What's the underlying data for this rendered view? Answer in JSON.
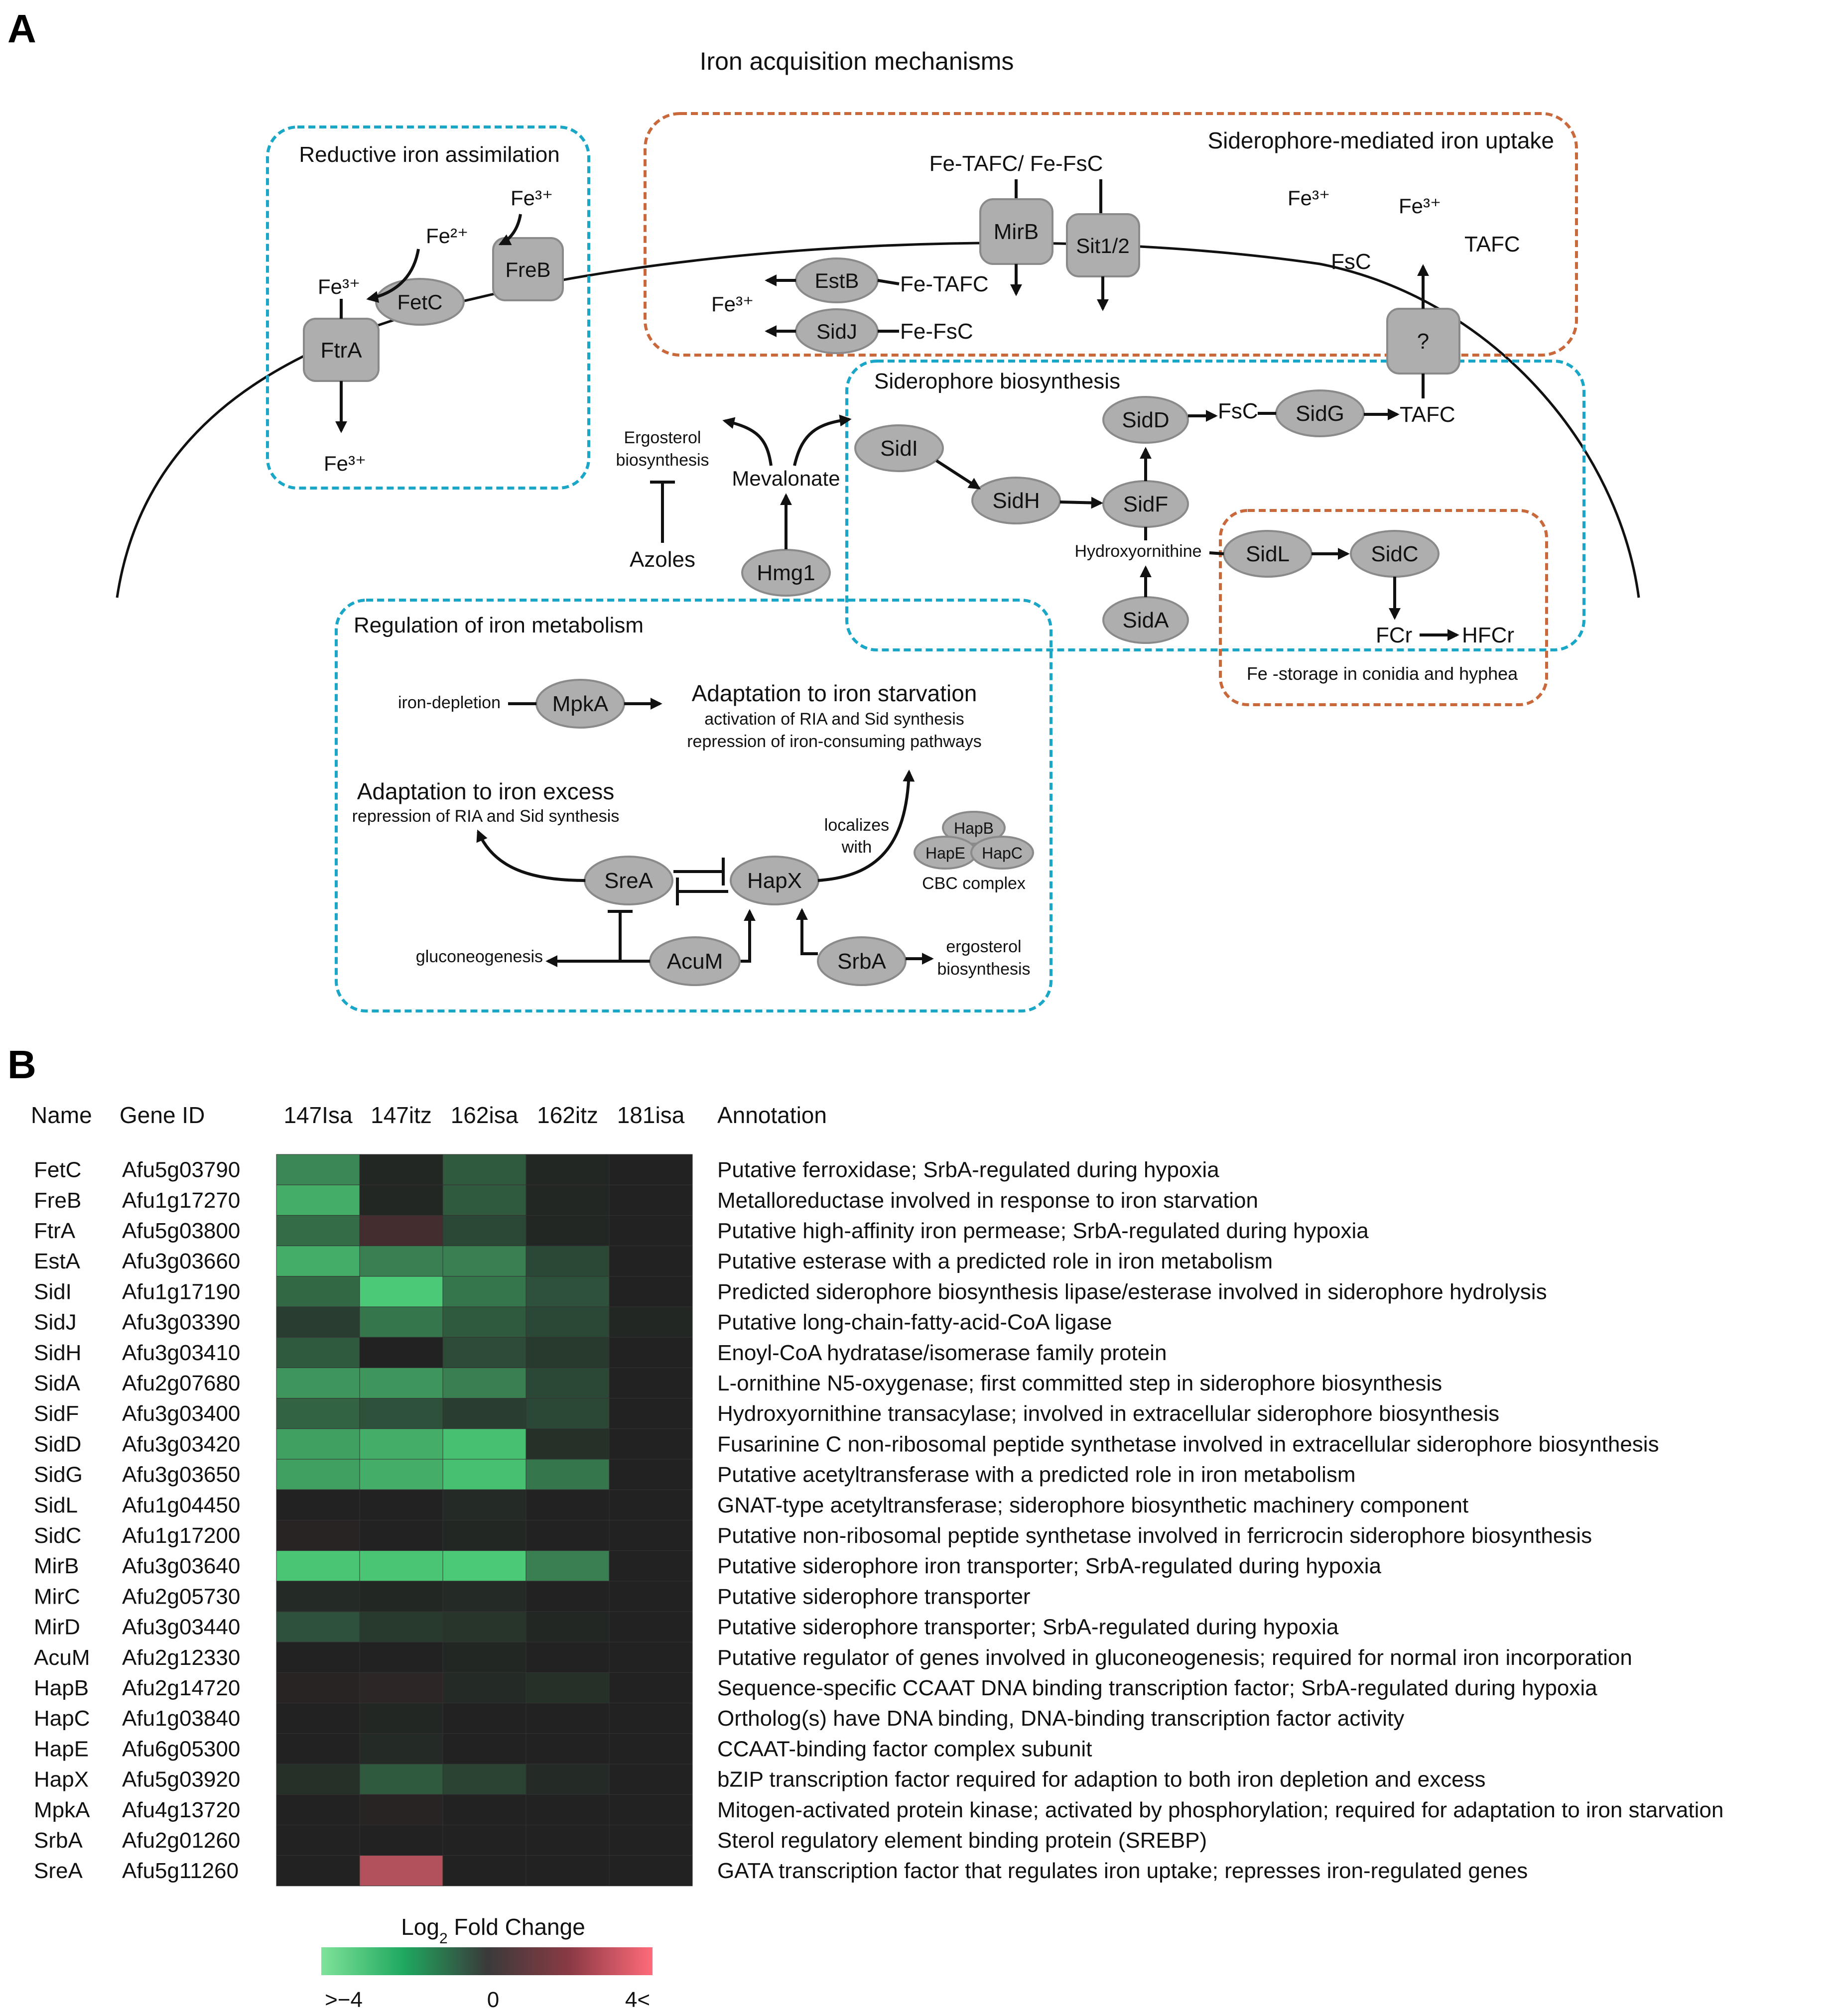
{
  "panelA": {
    "letter": "A",
    "title": "Iron acquisition mechanisms",
    "sections": {
      "ria": "Reductive iron assimilation",
      "sidUptake": "Siderophore-mediated iron uptake",
      "sidBio": "Siderophore biosynthesis",
      "reg": "Regulation of iron metabolism",
      "storage": "Fe -storage in conidia and hyphea"
    },
    "nodes": {
      "FtrA": "FtrA",
      "FetC": "FetC",
      "FreB": "FreB",
      "MirB": "MirB",
      "Sit": "Sit1/2",
      "EstB": "EstB",
      "SidJ": "SidJ",
      "Q": "?",
      "SidI": "SidI",
      "SidH": "SidH",
      "SidF": "SidF",
      "SidD": "SidD",
      "SidG": "SidG",
      "SidA": "SidA",
      "SidL": "SidL",
      "SidC": "SidC",
      "Hmg1": "Hmg1",
      "MpkA": "MpkA",
      "SreA": "SreA",
      "HapX": "HapX",
      "AcuM": "AcuM",
      "SrbA": "SrbA",
      "HapB": "HapB",
      "HapE": "HapE",
      "HapC": "HapC"
    },
    "labels": {
      "fe3": "Fe³⁺",
      "fe2": "Fe²⁺",
      "feTafcFsc": "Fe-TAFC/ Fe-FsC",
      "feTafc": "Fe-TAFC",
      "feFsc": "Fe-FsC",
      "fsc": "FsC",
      "tafc": "TAFC",
      "ergosterol1": "Ergosterol",
      "ergosterol2": "biosynthesis",
      "mevalonate": "Mevalonate",
      "azoles": "Azoles",
      "hydroxyornithine": "Hydroxyornithine",
      "fcr": "FCr",
      "hfcr": "HFCr",
      "ironDepletion": "iron-depletion",
      "starvTitle": "Adaptation to iron starvation",
      "starv1": "activation of RIA and Sid synthesis",
      "starv2": "repression of iron-consuming pathways",
      "excessTitle": "Adaptation to iron excess",
      "excess1": "repression of RIA and Sid synthesis",
      "localizes1": "localizes",
      "localizes2": "with",
      "cbc": "CBC complex",
      "gluconeogenesis": "gluconeogenesis",
      "ergo2a": "ergosterol",
      "ergo2b": "biosynthesis"
    }
  },
  "panelB": {
    "letter": "B",
    "headers": {
      "name": "Name",
      "gene": "Gene ID",
      "annotation": "Annotation"
    },
    "legend": {
      "title": "Log",
      "sub": "2",
      "title2": " Fold Change",
      "min": ">−4",
      "mid": "0",
      "max": "4<"
    }
  },
  "chart_data": {
    "type": "heatmap",
    "columns": [
      "147Isa",
      "147itz",
      "162isa",
      "162itz",
      "181isa"
    ],
    "color_scale": {
      "min": -4,
      "max": 4,
      "low_color": "#4fdc80",
      "mid_color": "#222222",
      "high_color": "#ff6b7a"
    },
    "rows": [
      {
        "name": "FetC",
        "gene": "Afu5g03790",
        "annotation": "Putative ferroxidase; SrbA-regulated during hypoxia",
        "values": [
          -2.2,
          -0.1,
          -1.2,
          -0.1,
          0
        ]
      },
      {
        "name": "FreB",
        "gene": "Afu1g17270",
        "annotation": "Metalloreductase involved in response to iron starvation",
        "values": [
          -3.0,
          -0.1,
          -1.2,
          -0.1,
          0
        ]
      },
      {
        "name": "FtrA",
        "gene": "Afu5g03800",
        "annotation": "Putative high-affinity iron permease; SrbA-regulated during hypoxia",
        "values": [
          -1.6,
          0.6,
          -0.8,
          -0.1,
          0
        ]
      },
      {
        "name": "EstA",
        "gene": "Afu3g03660",
        "annotation": "Putative esterase with a predicted role in iron metabolism",
        "values": [
          -3.0,
          -2.0,
          -2.0,
          -0.8,
          0
        ]
      },
      {
        "name": "SidI",
        "gene": "Afu1g17190",
        "annotation": "Predicted siderophore biosynthesis lipase/esterase involved in siderophore hydrolysis",
        "values": [
          -1.5,
          -3.6,
          -1.8,
          -1.0,
          0
        ]
      },
      {
        "name": "SidJ",
        "gene": "Afu3g03390",
        "annotation": "Putative long-chain-fatty-acid-CoA ligase",
        "values": [
          -0.6,
          -1.8,
          -1.2,
          -0.8,
          -0.1
        ]
      },
      {
        "name": "SidH",
        "gene": "Afu3g03410",
        "annotation": "Enoyl-CoA hydratase/isomerase family protein",
        "values": [
          -1.2,
          0,
          -0.9,
          -0.5,
          0
        ]
      },
      {
        "name": "SidA",
        "gene": "Afu2g07680",
        "annotation": "L-ornithine N5-oxygenase; first committed step in siderophore biosynthesis",
        "values": [
          -2.5,
          -2.5,
          -2.0,
          -0.8,
          0
        ]
      },
      {
        "name": "SidF",
        "gene": "Afu3g03400",
        "annotation": "Hydroxyornithine transacylase; involved in extracellular siderophore biosynthesis",
        "values": [
          -1.4,
          -1.0,
          -0.6,
          -0.8,
          0
        ]
      },
      {
        "name": "SidD",
        "gene": "Afu3g03420",
        "annotation": "Fusarinine C non-ribosomal peptide synthetase involved in extracellular siderophore biosynthesis",
        "values": [
          -2.7,
          -3.0,
          -3.4,
          -0.3,
          0
        ]
      },
      {
        "name": "SidG",
        "gene": "Afu3g03650",
        "annotation": "Putative acetyltransferase with a predicted role in iron metabolism",
        "values": [
          -2.7,
          -3.0,
          -3.4,
          -1.8,
          0
        ]
      },
      {
        "name": "SidL",
        "gene": "Afu1g04450",
        "annotation": "GNAT-type acetyltransferase; siderophore biosynthetic machinery component",
        "values": [
          0,
          0,
          -0.2,
          0,
          0
        ]
      },
      {
        "name": "SidC",
        "gene": "Afu1g17200",
        "annotation": "Putative non-ribosomal peptide synthetase involved in ferricrocin siderophore biosynthesis",
        "values": [
          0.1,
          0,
          -0.1,
          0,
          0
        ]
      },
      {
        "name": "MirB",
        "gene": "Afu3g03640",
        "annotation": "Putative siderophore iron transporter; SrbA-regulated during hypoxia",
        "values": [
          -3.5,
          -3.5,
          -3.6,
          -2.0,
          0
        ]
      },
      {
        "name": "MirC",
        "gene": "Afu2g05730",
        "annotation": "Putative siderophore transporter",
        "values": [
          -0.2,
          -0.1,
          -0.2,
          0,
          0
        ]
      },
      {
        "name": "MirD",
        "gene": "Afu3g03440",
        "annotation": "Putative siderophore transporter; SrbA-regulated during hypoxia",
        "values": [
          -1.0,
          -0.5,
          -0.4,
          -0.1,
          0
        ]
      },
      {
        "name": "AcuM",
        "gene": "Afu2g12330",
        "annotation": "Putative regulator of genes involved in gluconeogenesis; required for normal iron incorporation",
        "values": [
          0,
          0,
          -0.1,
          0,
          0
        ]
      },
      {
        "name": "HapB",
        "gene": "Afu2g14720",
        "annotation": "Sequence-specific CCAAT DNA binding transcription factor; SrbA-regulated during hypoxia",
        "values": [
          0.1,
          0.2,
          -0.2,
          -0.3,
          0
        ]
      },
      {
        "name": "HapC",
        "gene": "Afu1g03840",
        "annotation": "Ortholog(s) have DNA binding, DNA-binding transcription factor activity",
        "values": [
          0,
          -0.1,
          0,
          0,
          0
        ]
      },
      {
        "name": "HapE",
        "gene": "Afu6g05300",
        "annotation": "CCAAT-binding factor complex subunit",
        "values": [
          0,
          -0.2,
          0,
          0,
          0
        ]
      },
      {
        "name": "HapX",
        "gene": "Afu5g03920",
        "annotation": "bZIP transcription factor required for adaption to both iron depletion and excess",
        "values": [
          -0.3,
          -1.2,
          -0.7,
          -0.2,
          0
        ]
      },
      {
        "name": "MpkA",
        "gene": "Afu4g13720",
        "annotation": "Mitogen-activated protein kinase; activated by phosphorylation; required for adaptation to iron starvation",
        "values": [
          0,
          0.1,
          0,
          0,
          0
        ]
      },
      {
        "name": "SrbA",
        "gene": "Afu2g01260",
        "annotation": "Sterol regulatory element binding protein (SREBP)",
        "values": [
          0,
          0,
          0,
          0,
          0
        ]
      },
      {
        "name": "SreA",
        "gene": "Afu5g11260",
        "annotation": "GATA transcription factor that regulates iron uptake; represses iron-regulated genes",
        "values": [
          0,
          2.6,
          0,
          0,
          0
        ]
      }
    ]
  }
}
